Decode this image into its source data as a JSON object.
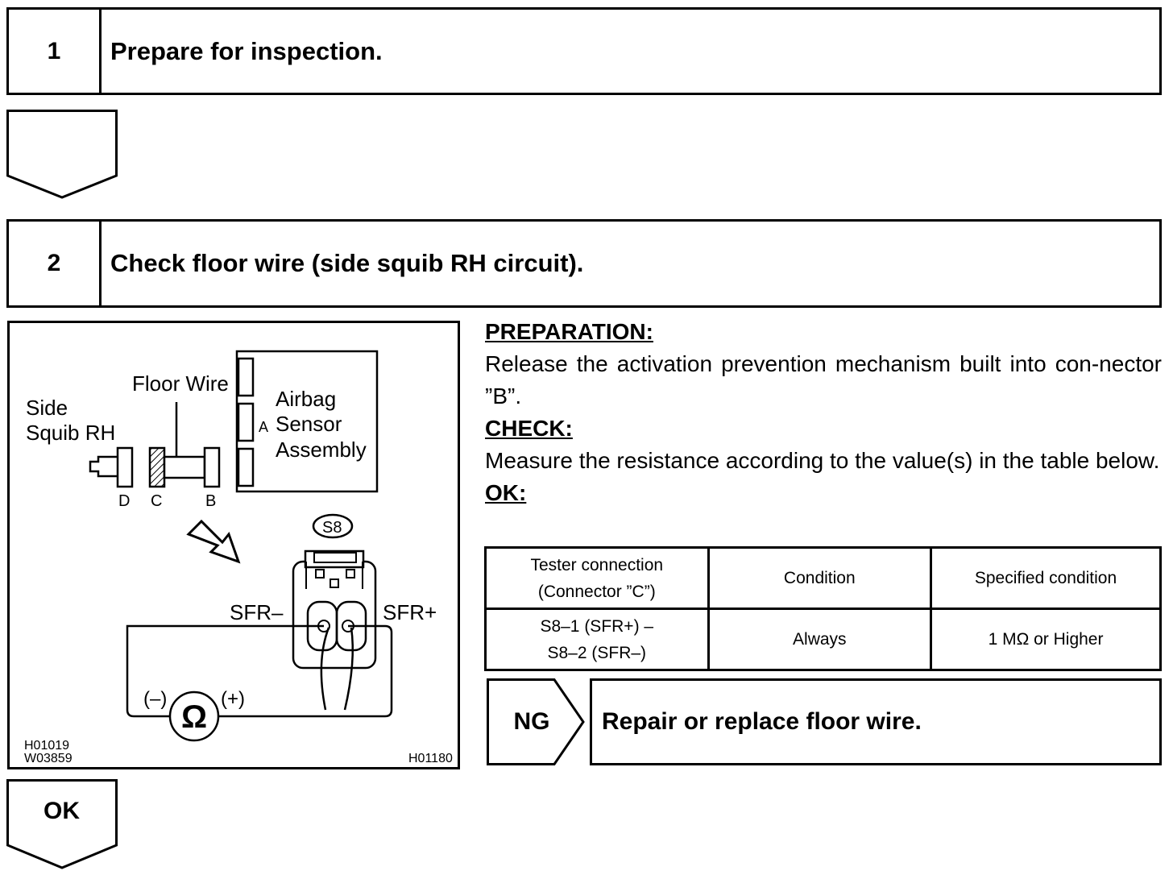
{
  "step1": {
    "number": "1",
    "title": "Prepare for inspection."
  },
  "step2": {
    "number": "2",
    "title": "Check floor wire (side squib RH circuit)."
  },
  "figure": {
    "label_side_squib_1": "Side",
    "label_side_squib_2": "Squib RH",
    "label_floor_wire": "Floor Wire",
    "label_airbag_1": "Airbag",
    "label_airbag_2": "Sensor",
    "label_airbag_3": "Assembly",
    "label_a": "A",
    "label_d": "D",
    "label_c": "C",
    "label_b": "B",
    "label_s8": "S8",
    "label_sfr_minus": "SFR–",
    "label_sfr_plus": "SFR+",
    "label_neg": "(–)",
    "label_pos": "(+)",
    "label_ohm": "Ω",
    "code_1": "H01019",
    "code_2": "W03859",
    "code_3": "H01180"
  },
  "instructions": {
    "prep_heading": "PREPARATION:",
    "prep_text": "Release the activation prevention mechanism built into con-nector ”B”.",
    "check_heading": "CHECK:",
    "check_text": "Measure the resistance according to the value(s) in the table below.",
    "ok_heading": "OK:"
  },
  "table": {
    "headers": [
      "Tester connection",
      "(Connector ”C”)",
      "Condition",
      "Specified condition"
    ],
    "row": [
      "S8–1 (SFR+) –",
      "S8–2 (SFR–)",
      "Always",
      "1 MΩ or Higher"
    ]
  },
  "ng": {
    "label": "NG",
    "text": "Repair or replace floor wire."
  },
  "ok_arrow": {
    "label": "OK"
  }
}
